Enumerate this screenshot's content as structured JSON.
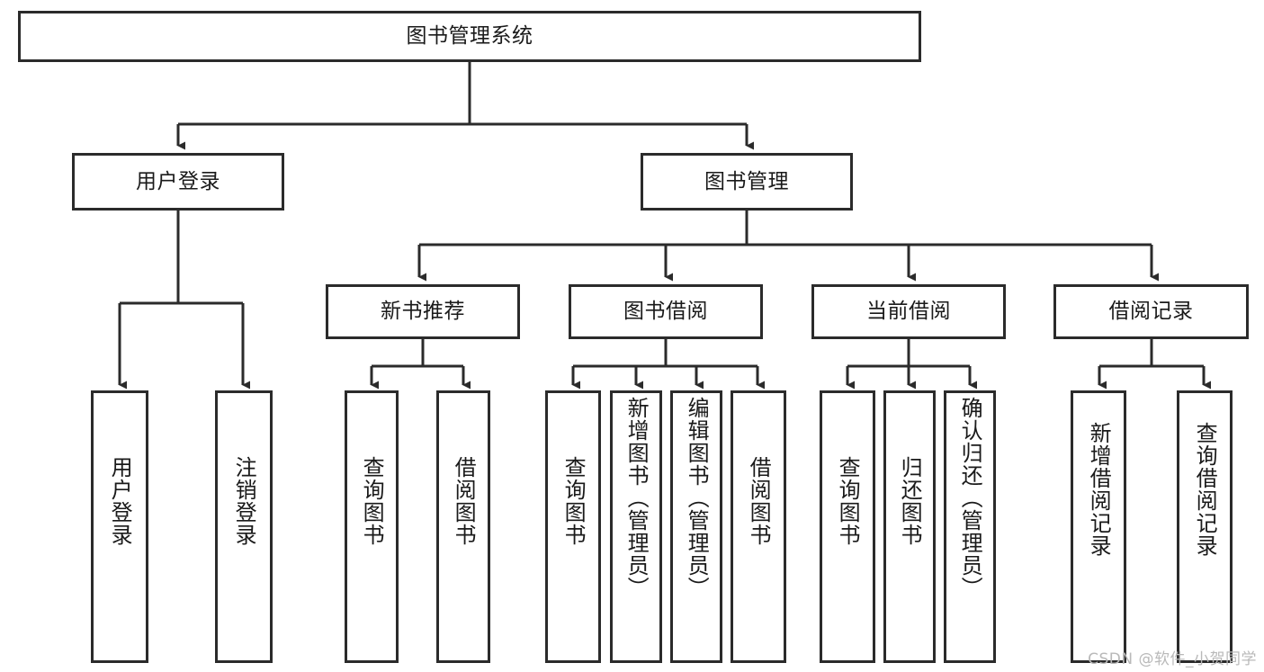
{
  "diagram": {
    "title": "图书管理系统",
    "type": "tree-hierarchy-diagram",
    "background_color": "#ffffff",
    "line_color": "#2b2b2b",
    "text_color": "#1a1a1a",
    "nodes": {
      "root": {
        "label": "图书管理系统"
      },
      "level2": [
        {
          "id": "user-login",
          "label": "用户登录"
        },
        {
          "id": "book-management",
          "label": "图书管理"
        }
      ],
      "level3": [
        {
          "id": "new-book-recommend",
          "label": "新书推荐"
        },
        {
          "id": "book-borrow",
          "label": "图书借阅"
        },
        {
          "id": "current-borrow",
          "label": "当前借阅"
        },
        {
          "id": "borrow-record",
          "label": "借阅记录"
        }
      ],
      "leaves": {
        "user_login": [
          {
            "id": "leaf-user-login",
            "label": "用户登录"
          },
          {
            "id": "leaf-logout-login",
            "label": "注销登录"
          }
        ],
        "new_book_recommend": [
          {
            "id": "leaf-query-book-1",
            "label": "查询图书"
          },
          {
            "id": "leaf-borrow-book-1",
            "label": "借阅图书"
          }
        ],
        "book_borrow": [
          {
            "id": "leaf-query-book-2",
            "label": "查询图书"
          },
          {
            "id": "leaf-add-book-admin",
            "label": "新增图书（管理员）"
          },
          {
            "id": "leaf-edit-book-admin",
            "label": "编辑图书（管理员）"
          },
          {
            "id": "leaf-borrow-book-2",
            "label": "借阅图书"
          }
        ],
        "current_borrow": [
          {
            "id": "leaf-query-book-3",
            "label": "查询图书"
          },
          {
            "id": "leaf-return-book",
            "label": "归还图书"
          },
          {
            "id": "leaf-confirm-return-admin",
            "label": "确认归还（管理员）"
          }
        ],
        "borrow_record": [
          {
            "id": "leaf-add-borrow-record",
            "label": "新增借阅记录"
          },
          {
            "id": "leaf-query-borrow-record",
            "label": "查询借阅记录"
          }
        ]
      }
    }
  },
  "watermark": {
    "text": "CSDN @软件_小贺同学"
  }
}
